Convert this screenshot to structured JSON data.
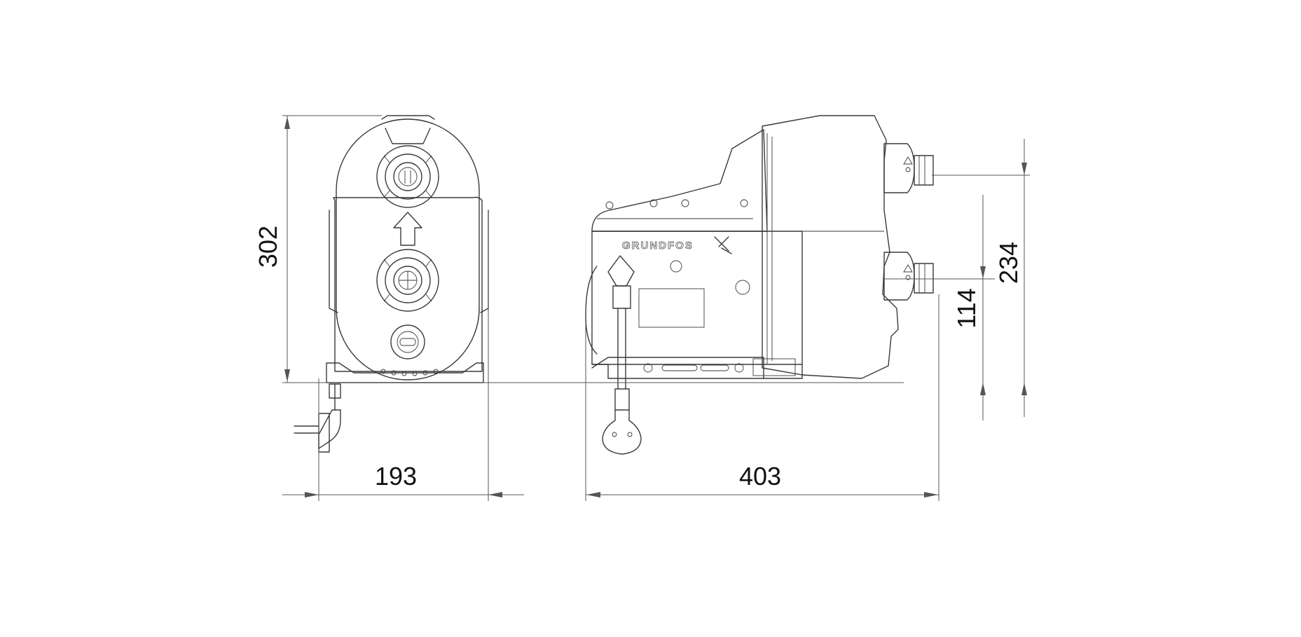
{
  "dimensions": {
    "height": "302",
    "width": "193",
    "length": "403",
    "upper_port_height": "234",
    "lower_port_height": "114"
  },
  "brand": {
    "logo_text": "GRUNDFOS"
  }
}
